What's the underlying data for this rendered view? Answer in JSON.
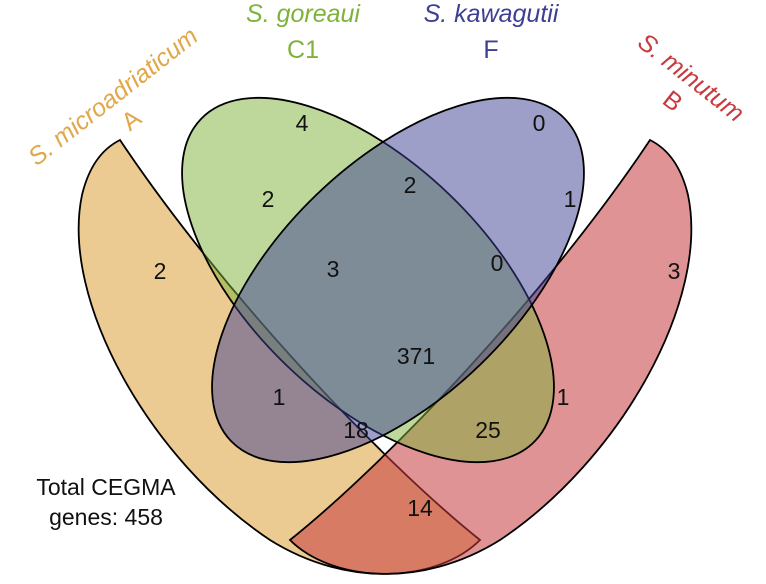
{
  "sets": [
    {
      "id": "A",
      "name": "S. microadriaticum",
      "code": "A",
      "color": "#e0a849"
    },
    {
      "id": "C1",
      "name": "S. goreaui",
      "code": "C1",
      "color": "#7eb23a"
    },
    {
      "id": "F",
      "name": "S. kawagutii",
      "code": "F",
      "color": "#3d3f93"
    },
    {
      "id": "B",
      "name": "S. minutum",
      "code": "B",
      "color": "#c73a3e"
    }
  ],
  "regions": {
    "A_only": "2",
    "C1_only": "4",
    "F_only": "0",
    "B_only": "3",
    "A_C1": "2",
    "C1_F": "2",
    "F_B": "1",
    "A_C1_F": "3",
    "C1_F_B": "0",
    "all": "371",
    "A_F": "1",
    "C1_B": "1",
    "A_F_B": "18",
    "A_C1_B": "25",
    "A_B": "14"
  },
  "total": {
    "line1": "Total CEGMA",
    "line2": "genes: 458"
  }
}
